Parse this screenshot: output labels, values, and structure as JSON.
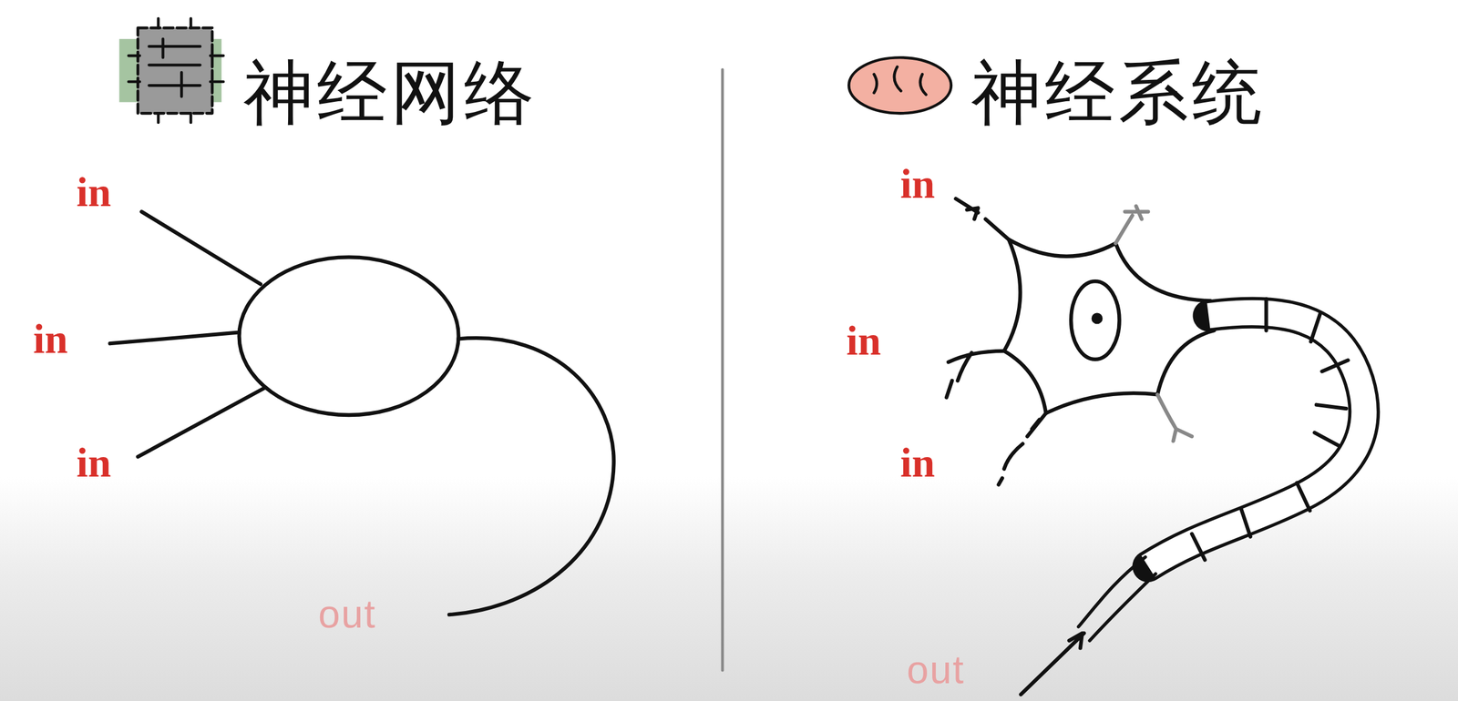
{
  "diagram": {
    "labels": [
      "神经网络",
      "in",
      "in",
      "in",
      "out",
      "神经系统",
      "in",
      "in",
      "in",
      "out"
    ]
  }
}
